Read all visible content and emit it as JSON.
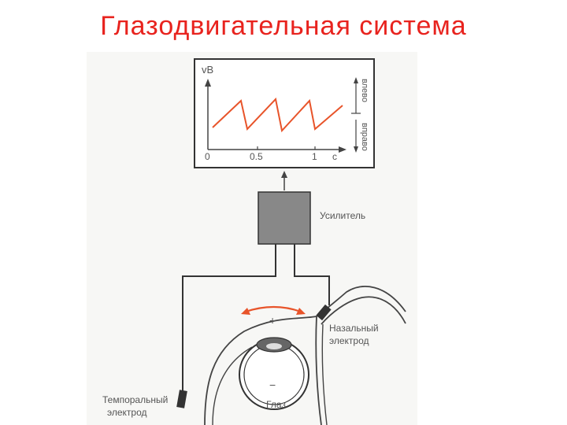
{
  "slide": {
    "title": "Глазодвигательная система"
  },
  "graph": {
    "y_label": "vB",
    "x_ticks": [
      "0",
      "0.5",
      "1",
      "c"
    ],
    "direction_up": "влево",
    "direction_down": "вправо",
    "trace_color": "#e8542a"
  },
  "labels": {
    "amplifier": "Усилитель",
    "nasal_electrode_line1": "Назальный",
    "nasal_electrode_line2": "электрод",
    "temporal_electrode_line1": "Темпоральный",
    "temporal_electrode_line2": "электрод",
    "eye": "Глаз",
    "plus_sign": "+",
    "minus_sign": "−"
  },
  "colors": {
    "title": "#e8231e",
    "movement_arrow": "#e8542a"
  }
}
